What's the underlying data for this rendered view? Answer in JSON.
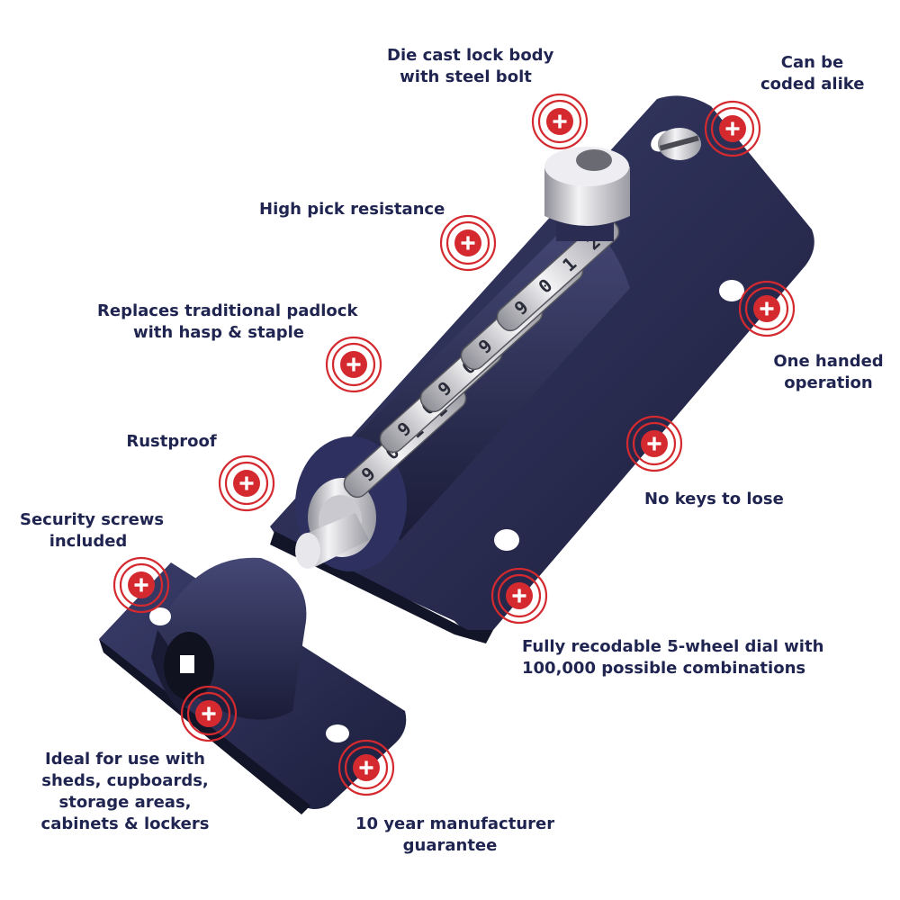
{
  "colors": {
    "lock_body": "#2a2c52",
    "lock_shadow": "#16182f",
    "chrome": "#d8d8dc",
    "hotspot": "#d42a2f",
    "text": "#1f2550"
  },
  "features": [
    {
      "id": "die-cast",
      "lines": [
        "Die cast lock body",
        "with steel bolt"
      ]
    },
    {
      "id": "coded-alike",
      "lines": [
        "Can be",
        "coded alike"
      ]
    },
    {
      "id": "pick-resistance",
      "lines": [
        "High pick resistance"
      ]
    },
    {
      "id": "replaces-padlock",
      "lines": [
        "Replaces traditional padlock",
        "with hasp & staple"
      ]
    },
    {
      "id": "one-handed",
      "lines": [
        "One handed",
        "operation"
      ]
    },
    {
      "id": "rustproof",
      "lines": [
        "Rustproof"
      ]
    },
    {
      "id": "no-keys",
      "lines": [
        "No keys to lose"
      ]
    },
    {
      "id": "security-screws",
      "lines": [
        "Security screws",
        "included"
      ]
    },
    {
      "id": "recodable",
      "lines": [
        "Fully recodable 5-wheel dial with",
        "100,000 possible combinations"
      ]
    },
    {
      "id": "ideal-use",
      "lines": [
        "Ideal for use with",
        "sheds, cupboards,",
        "storage areas,",
        "cabinets & lockers"
      ]
    },
    {
      "id": "guarantee",
      "lines": [
        "10 year manufacturer",
        "guarantee"
      ]
    }
  ],
  "dial_digits": [
    "9",
    "0",
    "1",
    "2"
  ],
  "hotspot_icon": "plus-icon"
}
